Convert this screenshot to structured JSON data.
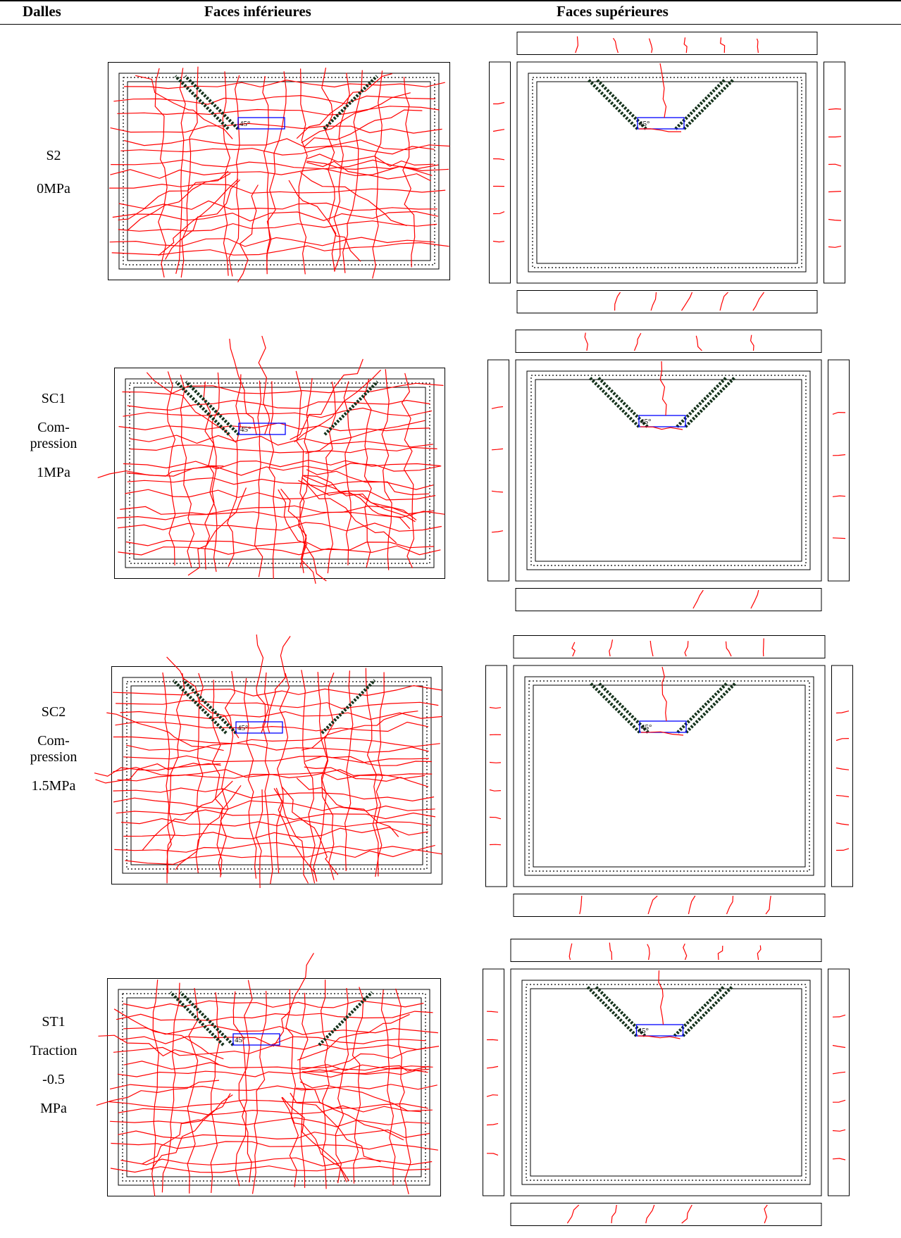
{
  "header": {
    "col_dalles": "Dalles",
    "col_inf": "Faces inférieures",
    "col_sup": "Faces supérieures"
  },
  "angle_label": "45°",
  "colors": {
    "crack": "#ff0000",
    "load_zone": "#0000ff",
    "strut": "#15331c",
    "outline": "#000000"
  },
  "rows": [
    {
      "id": "s2",
      "lines": [
        "S2",
        "0MPa"
      ]
    },
    {
      "id": "sc1",
      "lines": [
        "SC1",
        "Com-",
        "pression",
        "1MPa"
      ]
    },
    {
      "id": "sc2",
      "lines": [
        "SC2",
        "Com-",
        "pression",
        "1.5MPa"
      ]
    },
    {
      "id": "st1",
      "lines": [
        "ST1",
        "Traction",
        "-0.5",
        "MPa"
      ]
    }
  ]
}
